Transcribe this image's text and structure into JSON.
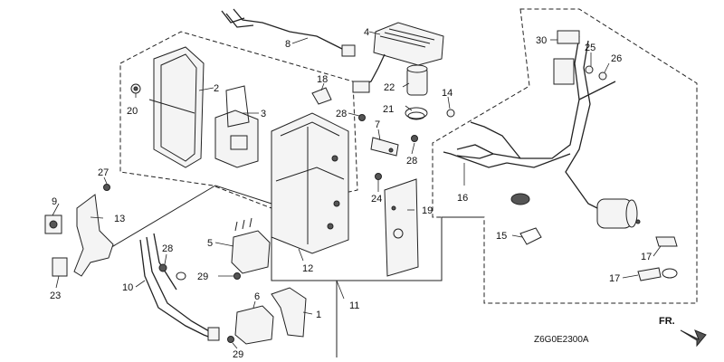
{
  "diagram": {
    "part_numbers": [
      "1",
      "2",
      "3",
      "4",
      "5",
      "6",
      "7",
      "8",
      "9",
      "10",
      "11",
      "12",
      "13",
      "14",
      "15",
      "16",
      "17",
      "17",
      "18",
      "19",
      "20",
      "21",
      "22",
      "23",
      "24",
      "25",
      "26",
      "27",
      "28",
      "28",
      "28",
      "29",
      "29",
      "30"
    ],
    "drawing_code": "Z6G0E2300A",
    "direction_label": "FR."
  }
}
